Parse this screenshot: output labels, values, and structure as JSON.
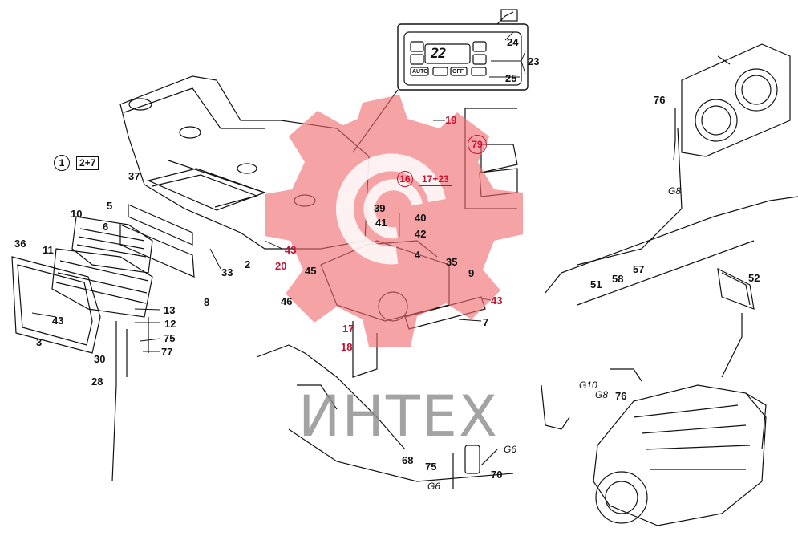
{
  "watermark": {
    "text": "ИНТЕХ",
    "logo": "gear-logo-icon",
    "logo_color": "#f06a6f"
  },
  "control_panel": {
    "display": "22",
    "buttons": [
      "AUTO",
      "OFF"
    ]
  },
  "callouts": {
    "c1": "1",
    "c2_7": "2+7",
    "c16": "16",
    "c17_23": "17+23",
    "c79": "79",
    "n2": "2",
    "n3": "3",
    "n4": "4",
    "n5": "5",
    "n6": "6",
    "n7": "7",
    "n8": "8",
    "n9": "9",
    "n10": "10",
    "n11": "11",
    "n12": "12",
    "n13": "13",
    "n17": "17",
    "n18": "18",
    "n19": "19",
    "n20": "20",
    "n23": "23",
    "n24": "24",
    "n25": "25",
    "n28": "28",
    "n30": "30",
    "n33": "33",
    "n35": "35",
    "n36": "36",
    "n37": "37",
    "n39": "39",
    "n40": "40",
    "n41": "41",
    "n42": "42",
    "n43a": "43",
    "n43b": "43",
    "n43c": "43",
    "n45": "45",
    "n46": "46",
    "n51": "51",
    "n52": "52",
    "n57": "57",
    "n58": "58",
    "n68": "68",
    "n70": "70",
    "n75a": "75",
    "n75b": "75",
    "n76a": "76",
    "n76b": "76",
    "n77": "77"
  },
  "hose_labels": {
    "g6a": "G6",
    "g6b": "G6",
    "g8a": "G8",
    "g8b": "G8",
    "g10": "G10"
  },
  "colors": {
    "ink": "#111111",
    "red_label": "#c8102e",
    "watermark_gray": "#8d8d8d"
  }
}
